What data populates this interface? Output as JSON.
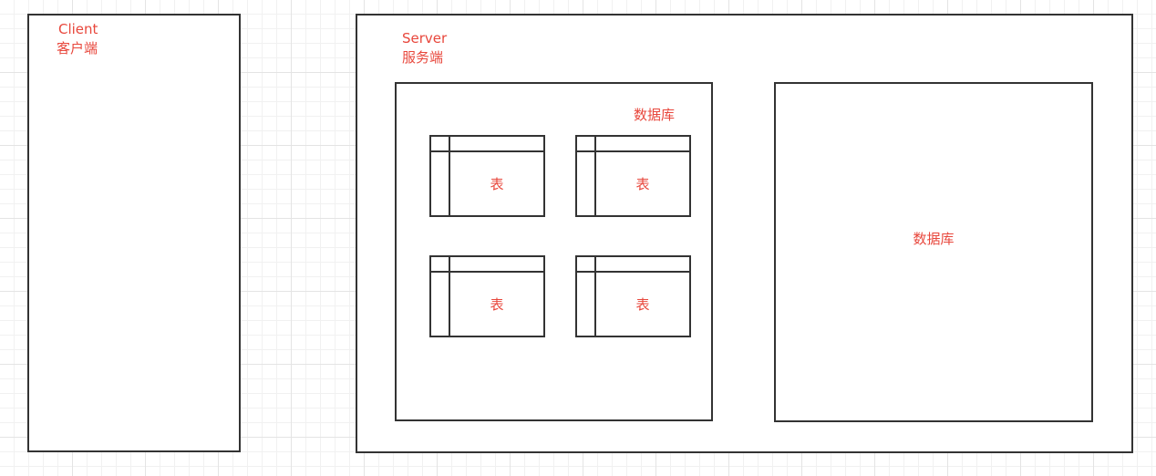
{
  "client": {
    "label_en": "Client",
    "label_zh": "客户端"
  },
  "server": {
    "label_en": "Server",
    "label_zh": "服务端",
    "database_1": {
      "label": "数据库",
      "tables": [
        {
          "label": "表"
        },
        {
          "label": "表"
        },
        {
          "label": "表"
        },
        {
          "label": "表"
        }
      ]
    },
    "database_2": {
      "label": "数据库"
    }
  },
  "colors": {
    "label": "#e8473c",
    "stroke": "#333333",
    "grid": "#e4e4e4"
  }
}
